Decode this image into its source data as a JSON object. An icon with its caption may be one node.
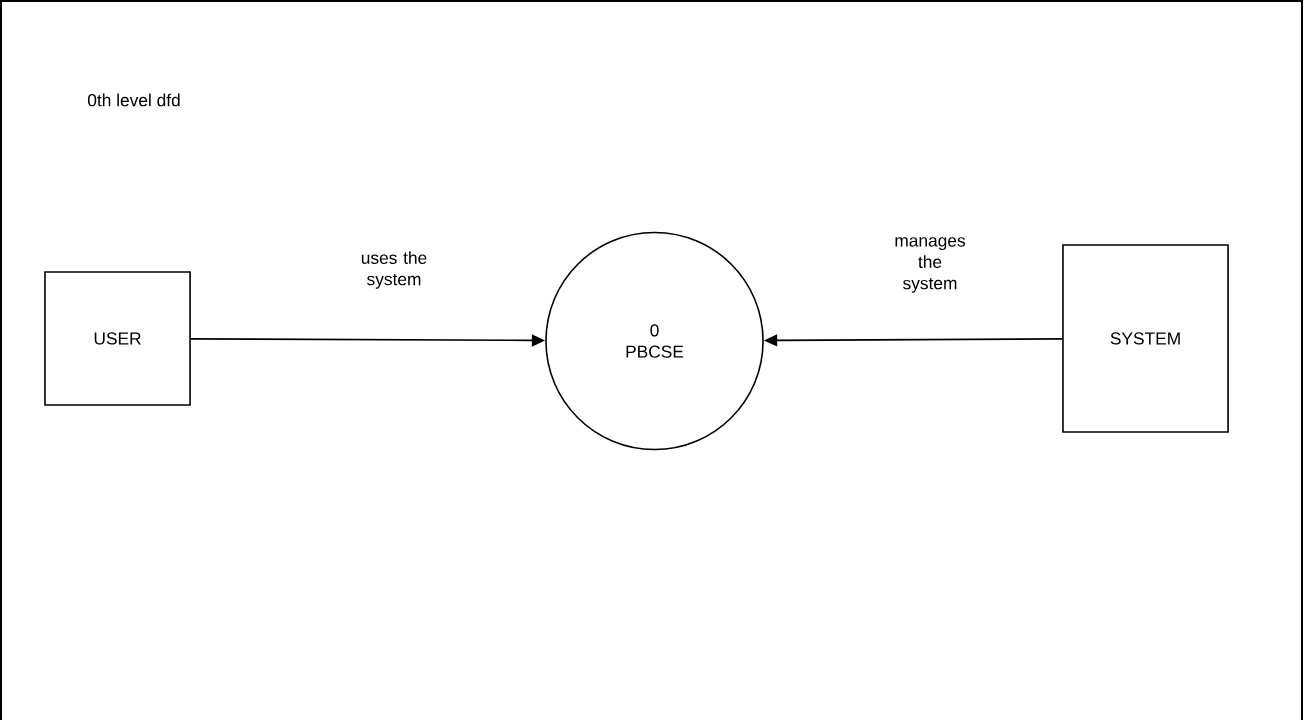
{
  "diagram": {
    "title": "0th level dfd",
    "nodes": [
      {
        "text": [
          "USER"
        ]
      },
      {
        "text": [
          "0",
          "PBCSE"
        ]
      },
      {
        "text": [
          "SYSTEM"
        ]
      }
    ],
    "edges": [
      {
        "from": 0,
        "to": 1,
        "arrow": "to",
        "label": "uses the system"
      },
      {
        "from": 2,
        "to": 1,
        "arrow": "to",
        "label": "manages the system"
      }
    ]
  }
}
